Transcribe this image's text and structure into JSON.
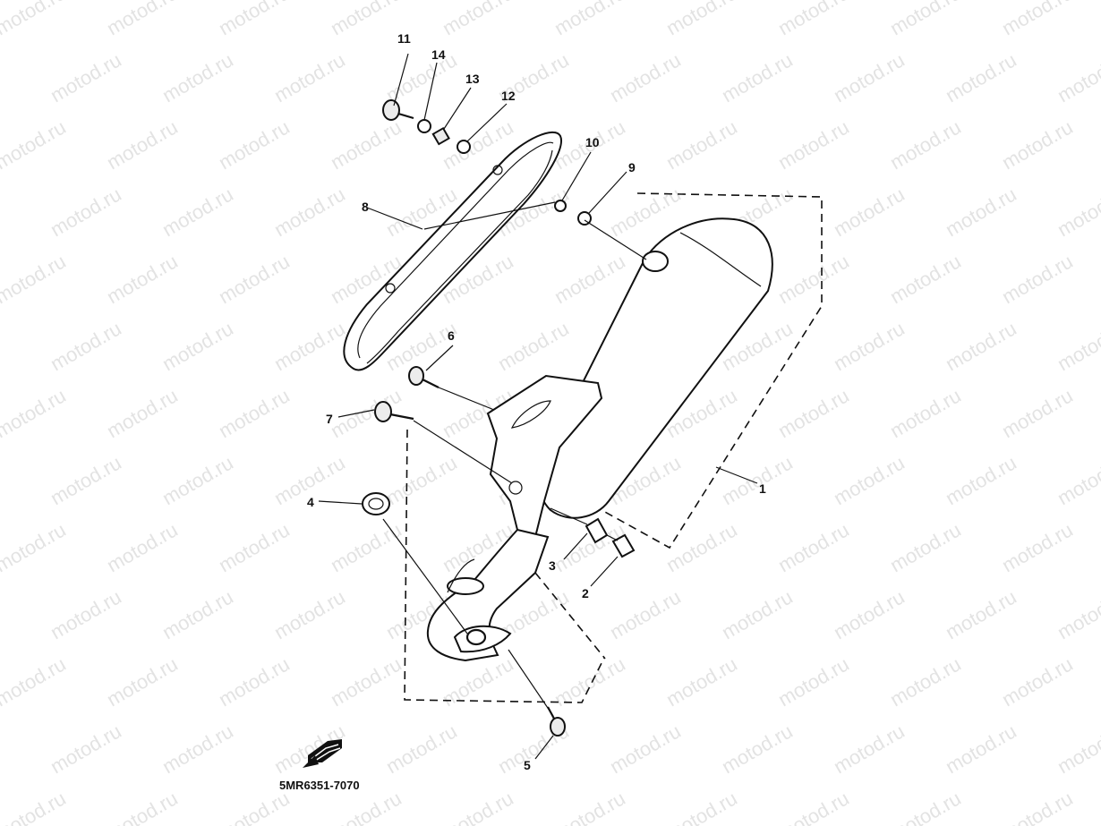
{
  "diagram": {
    "watermark": "motod.ru",
    "part_code": "5MR6351-7070",
    "callouts": [
      {
        "id": "c1",
        "label": "1"
      },
      {
        "id": "c2",
        "label": "2"
      },
      {
        "id": "c3",
        "label": "3"
      },
      {
        "id": "c4",
        "label": "4"
      },
      {
        "id": "c5",
        "label": "5"
      },
      {
        "id": "c6",
        "label": "6"
      },
      {
        "id": "c7",
        "label": "7"
      },
      {
        "id": "c8",
        "label": "8"
      },
      {
        "id": "c9",
        "label": "9"
      },
      {
        "id": "c10",
        "label": "10"
      },
      {
        "id": "c11",
        "label": "11"
      },
      {
        "id": "c12",
        "label": "12"
      },
      {
        "id": "c13",
        "label": "13"
      },
      {
        "id": "c14",
        "label": "14"
      }
    ]
  }
}
